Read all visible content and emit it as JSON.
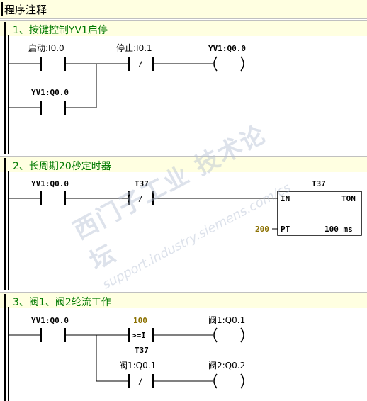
{
  "title": "程序注释",
  "networks": [
    {
      "header": "1、按键控制YV1启停",
      "contacts": {
        "start": "启动:I0.0",
        "stop": "停止:I0.1",
        "coil": "YV1:Q0.0",
        "latch": "YV1:Q0.0"
      },
      "stop_symbol": "/"
    },
    {
      "header": "2、长周期20秒定时器",
      "contacts": {
        "yv1": "YV1:Q0.0",
        "t37": "T37"
      },
      "not_symbol": "/",
      "timer": {
        "name": "T37",
        "in": "IN",
        "type": "TON",
        "pt_label": "PT",
        "pt_value": "200",
        "resolution": "100 ms"
      }
    },
    {
      "header": "3、阀1、阀2轮流工作",
      "contacts": {
        "yv1": "YV1:Q0.0",
        "compare_const": "100",
        "compare_op": ">=I",
        "compare_var": "T37",
        "valve1_nc": "阀1:Q0.1",
        "coil_valve1": "阀1:Q0.1",
        "coil_valve2": "阀2:Q0.2"
      },
      "not_symbol": "/"
    }
  ],
  "watermark": {
    "line1": "西门子工业 技术论坛",
    "line2": "support.industry.siemens.com/cs"
  }
}
